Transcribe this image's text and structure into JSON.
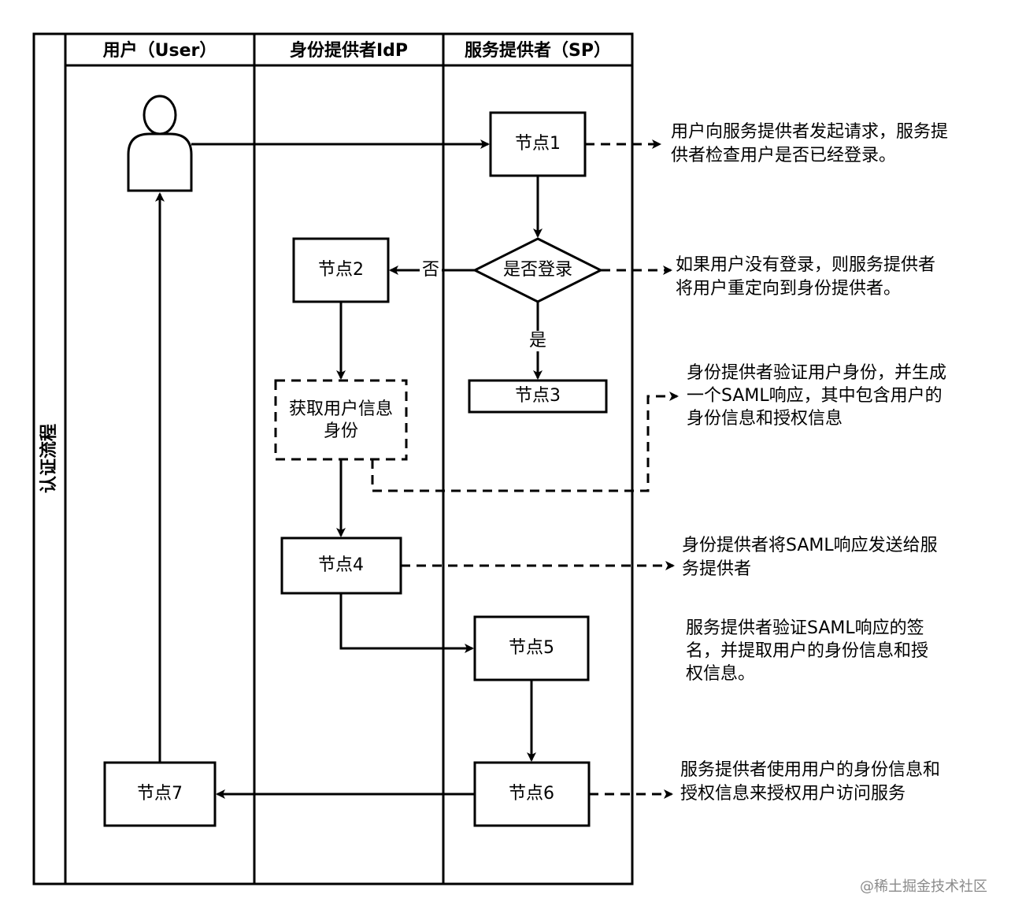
{
  "pool": {
    "title": "认证流程"
  },
  "lanes": {
    "user": "用户（User）",
    "idp": "身份提供者IdP",
    "sp": "服务提供者（SP）"
  },
  "nodes": {
    "n1": "节点1",
    "n2": "节点2",
    "n3": "节点3",
    "n4": "节点4",
    "n5": "节点5",
    "n6": "节点6",
    "n7": "节点7",
    "decision": "是否登录",
    "fetch_line1": "获取用户信息",
    "fetch_line2": "身份"
  },
  "edge_labels": {
    "no": "否",
    "yes": "是"
  },
  "notes": {
    "n1": [
      "用户向服务提供者发起请求，服务提",
      "供者检查用户是否已经登录。"
    ],
    "decision": [
      "如果用户没有登录，则服务提供者",
      "将用户重定向到身份提供者。"
    ],
    "fetch": [
      "身份提供者验证用户身份，并生成",
      "一个SAML响应，其中包含用户的",
      "身份信息和授权信息"
    ],
    "n4": [
      "身份提供者将SAML响应发送给服",
      "务提供者"
    ],
    "n5": [
      "服务提供者验证SAML响应的签",
      "名，并提取用户的身份信息和授",
      "权信息。"
    ],
    "n6": [
      "服务提供者使用用户的身份信息和",
      "授权信息来授权用户访问服务"
    ]
  },
  "watermark": "@稀土掘金技术社区"
}
